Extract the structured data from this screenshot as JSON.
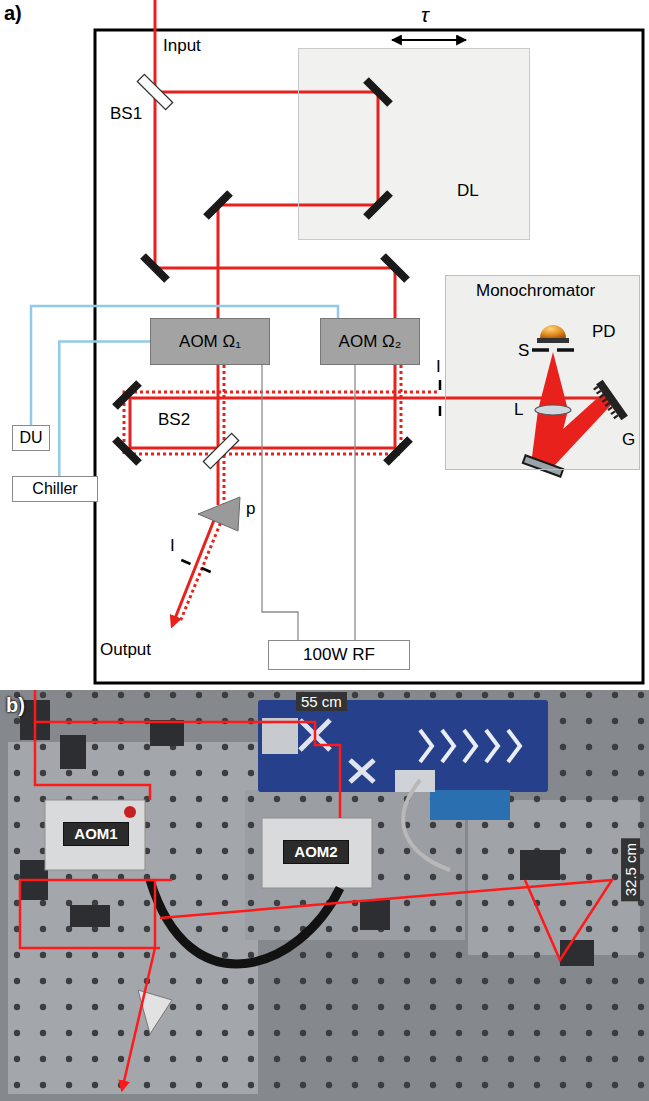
{
  "diagram": {
    "nodes": [
      {
        "text": [
          "DL"
        ]
      },
      {
        "text": [
          "AOM Ω₁"
        ]
      },
      {
        "text": [
          "AOM Ω₂"
        ]
      },
      {
        "text": [
          "Monochromator"
        ]
      },
      {
        "text": [
          "DU"
        ]
      },
      {
        "text": [
          "Chiller"
        ]
      },
      {
        "text": [
          "100W RF"
        ]
      },
      {
        "text": [
          "AOM1"
        ]
      },
      {
        "text": [
          "AOM2"
        ]
      }
    ],
    "edges": [
      {
        "from": 4,
        "to": 2,
        "arrow": "none"
      },
      {
        "from": 5,
        "to": 1,
        "arrow": "none"
      },
      {
        "from": 1,
        "to": 6,
        "arrow": "none"
      },
      {
        "from": 2,
        "to": 6,
        "arrow": "none"
      }
    ],
    "labels": [
      "a)",
      "Input",
      "τ",
      "BS1",
      "PD",
      "S",
      "L",
      "G",
      "I",
      "BS2",
      "I",
      "p",
      "Output",
      "b)",
      "55 cm",
      "32.5 cm"
    ]
  }
}
